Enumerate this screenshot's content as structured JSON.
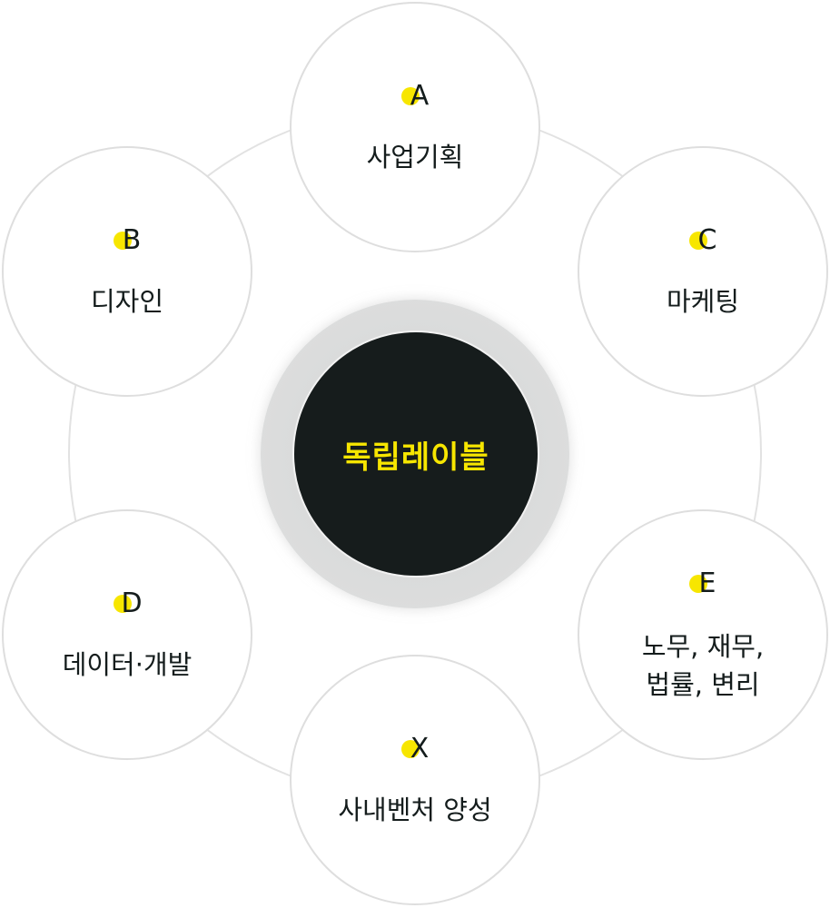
{
  "center": {
    "title": "독립레이블"
  },
  "nodes": [
    {
      "letter": "A",
      "label": "사업기획"
    },
    {
      "letter": "B",
      "label": "디자인"
    },
    {
      "letter": "C",
      "label": "마케팅"
    },
    {
      "letter": "D",
      "label": "데이터·개발"
    },
    {
      "letter": "E",
      "label": "노무, 재무,\n법률, 변리"
    },
    {
      "letter": "X",
      "label": "사내벤처 양성"
    }
  ],
  "colors": {
    "accent": "#f7e600",
    "center_bg": "#161c1c",
    "text": "#141c1c",
    "circle_border": "#dedede"
  }
}
